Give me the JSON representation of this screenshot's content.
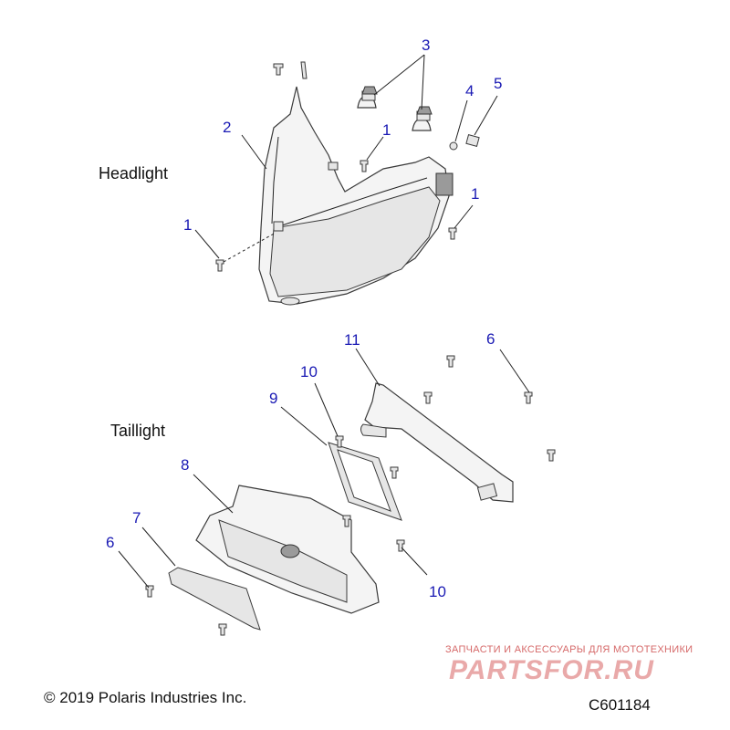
{
  "sections": {
    "headlight": "Headlight",
    "taillight": "Taillight"
  },
  "callouts": {
    "c1a": "1",
    "c1b": "1",
    "c1c": "1",
    "c2": "2",
    "c3": "3",
    "c4": "4",
    "c5": "5",
    "c6a": "6",
    "c6b": "6",
    "c7": "7",
    "c8": "8",
    "c9": "9",
    "c10a": "10",
    "c10b": "10",
    "c11": "11"
  },
  "footer": {
    "copyright": "© 2019 Polaris Industries Inc.",
    "diagram_code": "C601184"
  },
  "watermark": {
    "tagline": "ЗАПЧАСТИ И АКСЕССУАРЫ ДЛЯ МОТОТЕХНИКИ",
    "brand": "PARTSFOR.RU"
  },
  "colors": {
    "callout": "#1a1ab4",
    "watermark": "#e9a9a9"
  }
}
